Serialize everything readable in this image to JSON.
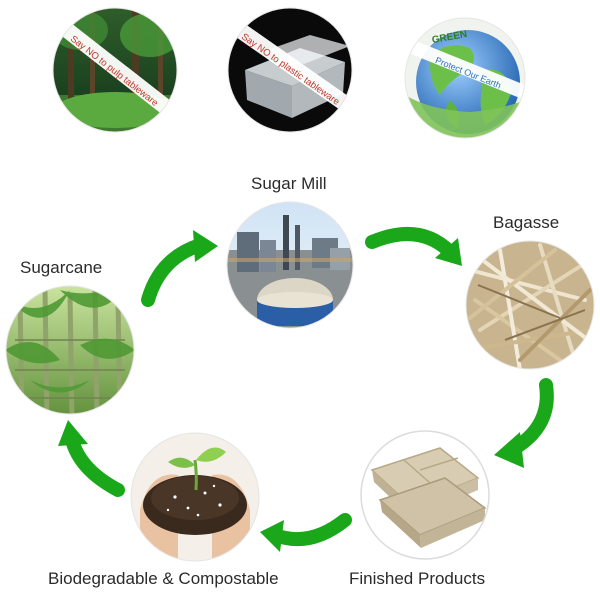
{
  "banners": {
    "pulp": "Say NO to pulp tableware",
    "plastic": "Say NO to plastic tableware",
    "green_logo": "GREEN",
    "earth": "Protect Our Earth"
  },
  "stages": {
    "sugar_mill": "Sugar Mill",
    "bagasse": "Bagasse",
    "sugarcane": "Sugarcane",
    "finished_products": "Finished Products",
    "compostable": "Biodegradable & Compostable"
  },
  "colors": {
    "arrow_green": "#1aa81a",
    "arrow_green_dark": "#0e7d12",
    "banner_text": "#c0392b",
    "earth_blue": "#2d6fc1"
  }
}
